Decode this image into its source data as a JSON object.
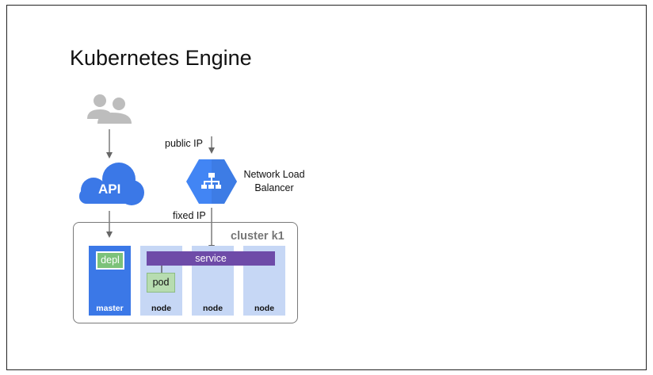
{
  "title": "Kubernetes Engine",
  "labels": {
    "public_ip": "public IP",
    "fixed_ip": "fixed IP",
    "network_load_balancer": "Network  Load Balancer",
    "api": "API",
    "cluster": "cluster k1"
  },
  "cluster": {
    "columns": [
      {
        "label": "master",
        "role": "master"
      },
      {
        "label": "node",
        "role": "node"
      },
      {
        "label": "node",
        "role": "node"
      },
      {
        "label": "node",
        "role": "node"
      }
    ],
    "deployment": "depl",
    "service": "service",
    "pod": "pod"
  },
  "icons": {
    "users": "users-icon",
    "api": "cloud-icon",
    "load_balancer": "load-balancer-icon"
  },
  "colors": {
    "api_cloud": "#3b78e7",
    "hexagon": "#4285f4",
    "master": "#3b78e7",
    "node": "#c6d7f5",
    "service": "#6e4ba8",
    "depl": "#7cc27a",
    "pod": "#b7dcb0",
    "users": "#bdbdbd",
    "arrows": "#666666"
  }
}
